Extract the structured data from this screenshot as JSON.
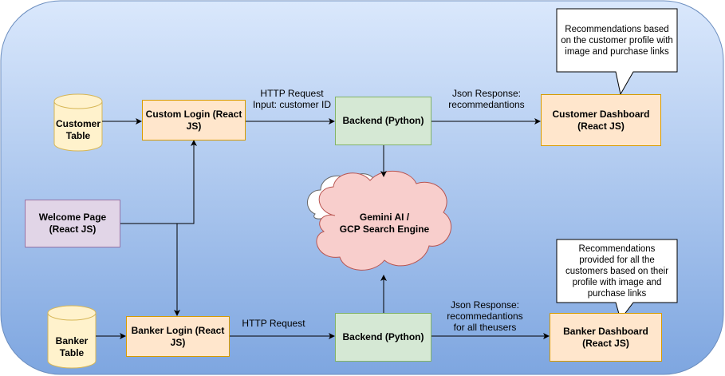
{
  "nodes": {
    "customer_table": "Customer\nTable",
    "banker_table": "Banker\nTable",
    "custom_login": "Custom Login (React\nJS)",
    "banker_login": "Banker Login (React\nJS)",
    "welcome_page": "Welcome Page\n(React JS)",
    "backend_top": "Backend (Python)",
    "backend_bottom": "Backend (Python)",
    "gemini": "Gemini AI /\nGCP Search Engine",
    "customer_dashboard": "Customer Dashboard\n(React JS)",
    "banker_dashboard": "Banker Dashboard\n(React JS)"
  },
  "edge_labels": {
    "http_request_top": "HTTP Request\nInput: customer ID",
    "json_response_top": "Json Response:\nrecommedantions",
    "http_request_bottom": "HTTP Request",
    "json_response_bottom": "Json Response:\nrecommedantions\nfor all theusers"
  },
  "callouts": {
    "customer": "Recommendations based\non the customer profile with\nimage and purchase links",
    "banker": "Recommendations\nprovided for all the\ncustomers based on their\nprofile with image and\npurchase links"
  },
  "colors": {
    "background_top": "#dae8fc",
    "background_bottom": "#7ea6e0",
    "process": "#ffe6cc",
    "backend": "#d5e8d4",
    "welcome": "#e1d5e7",
    "database": "#fff2cc",
    "cloud": "#f8cecc"
  }
}
